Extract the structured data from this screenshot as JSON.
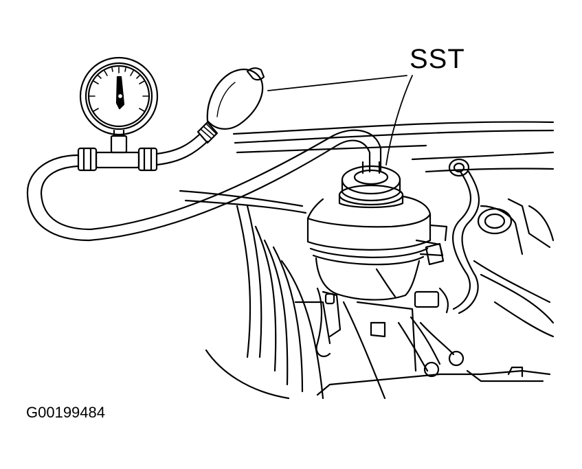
{
  "callout": {
    "label": "SST"
  },
  "figure": {
    "id": "G00199484"
  },
  "colors": {
    "ink": "#000000",
    "paper": "#ffffff"
  },
  "parts": {
    "gauge": "pressure-gauge",
    "bulb": "hand-pump-bulb",
    "reservoir": "radiator-reservoir-tank",
    "cap_adapter": "cap-adapter"
  }
}
